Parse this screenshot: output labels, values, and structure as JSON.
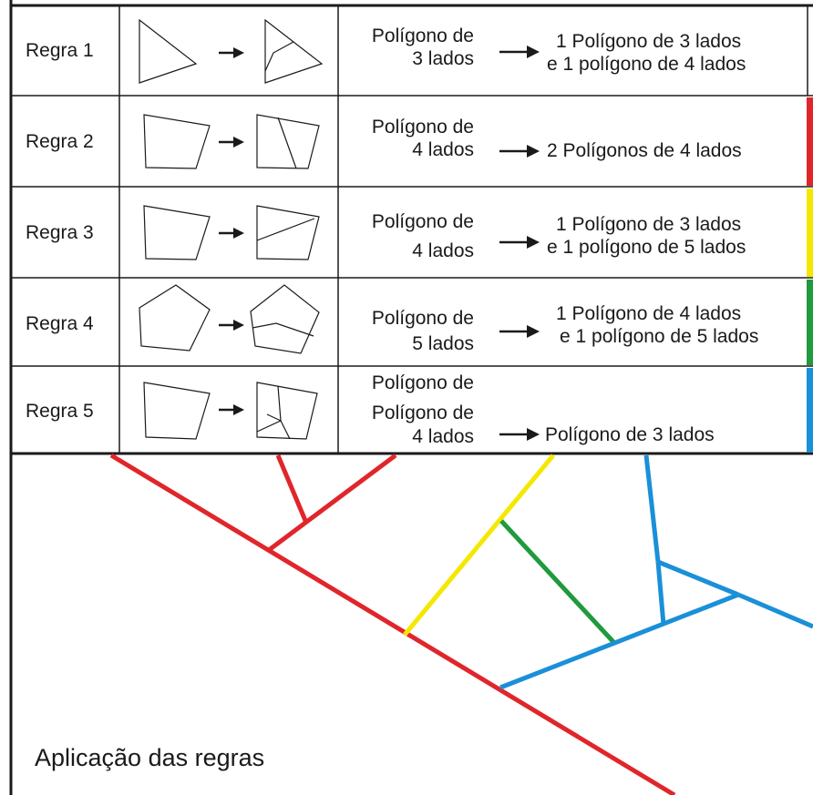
{
  "rules": [
    {
      "name": "Regra 1",
      "input_l1": "Polígono de",
      "input_l2": "3 lados",
      "result_l1": "1 Polígono de 3 lados",
      "result_l2": "e 1 polígono de 4 lados",
      "color": ""
    },
    {
      "name": "Regra 2",
      "input_l1": "Polígono de",
      "input_l2": "4 lados",
      "result_l1": "2 Polígonos de 4 lados",
      "result_l2": "",
      "color": "#e0262b"
    },
    {
      "name": "Regra 3",
      "input_l1": "Polígono de",
      "input_l2": "4 lados",
      "result_l1": "1 Polígono de 3 lados",
      "result_l2": "e 1 polígono de 5 lados",
      "color": "#f5e800"
    },
    {
      "name": "Regra 4",
      "input_l1": "Polígono de",
      "input_l2": "5 lados",
      "result_l1": "1 Polígono de 4 lados",
      "result_l2": "e 1 polígono de 5 lados",
      "color": "#1f9a3c"
    },
    {
      "name": "Regra 5",
      "input_l0": "Polígono de",
      "input_l1": "Polígono de",
      "input_l2": "4 lados",
      "result_l1": "Polígono de 3 lados",
      "result_l2": "",
      "color": "#1a90d8"
    }
  ],
  "caption": "Aplicação das regras",
  "colors": {
    "red": "#e0262b",
    "yellow": "#f5e800",
    "green": "#1f9a3c",
    "blue": "#1a90d8",
    "border": "#1a1a1a"
  }
}
